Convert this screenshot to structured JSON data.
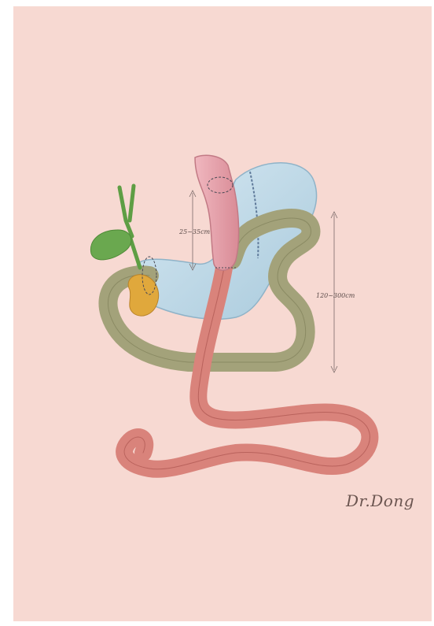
{
  "annotations": {
    "limb_length_upper": "25~35cm",
    "limb_length_lower": "120~300cm"
  },
  "signature": "Dr.Dong",
  "colors": {
    "background": "#f7d9d2",
    "stomach": "#bcd7e6",
    "biliopancreatic_limb": "#a6a67c",
    "roux_limb": "#d9837b",
    "pouch": "#e6a8b0",
    "gallbladder": "#6aa84f",
    "pancreas": "#e0a83c"
  }
}
